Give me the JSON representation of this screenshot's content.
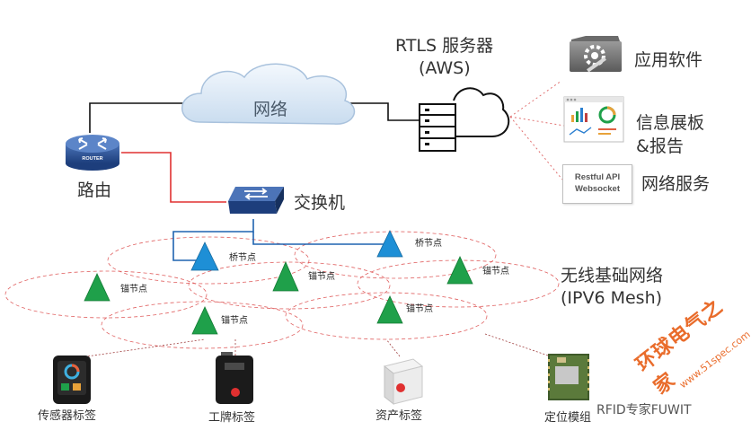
{
  "labels": {
    "server_title_line1": "RTLS 服务器",
    "server_title_line2": "(AWS)",
    "network": "网络",
    "router": "路由",
    "router_badge": "ROUTER",
    "switch": "交换机",
    "app_software": "应用软件",
    "dashboard_line1": "信息展板",
    "dashboard_line2": "&报告",
    "web_service": "网络服务",
    "api_line1": "Restful API",
    "api_line2": "Websocket",
    "wireless_line1": "无线基础网络",
    "wireless_line2": "(IPV6 Mesh)"
  },
  "nodes": [
    {
      "label": "桥节点",
      "type": "bridge"
    },
    {
      "label": "桥节点",
      "type": "bridge"
    },
    {
      "label": "锚节点",
      "type": "anchor"
    },
    {
      "label": "锚节点",
      "type": "anchor"
    },
    {
      "label": "锚节点",
      "type": "anchor"
    },
    {
      "label": "锚节点",
      "type": "anchor"
    },
    {
      "label": "锚节点",
      "type": "anchor"
    }
  ],
  "devices": [
    {
      "label": "传感器标签",
      "icon": "sensor-tag-icon"
    },
    {
      "label": "工牌标签",
      "icon": "badge-tag-icon"
    },
    {
      "label": "资产标签",
      "icon": "asset-tag-icon"
    },
    {
      "label": "定位模组",
      "icon": "positioning-module-icon"
    }
  ],
  "watermark": {
    "chinese": "环球电气之家",
    "url": "www.51spec.com",
    "brand": "RFID专家FUWIT"
  },
  "colors": {
    "bridge": "#1e8fd6",
    "anchor": "#1fa04a",
    "red_link": "#e03030",
    "blue_link": "#1f63b0",
    "mesh_ellipse": "#e06060",
    "cloud": "#dce9f5",
    "watermark": "#e8601a"
  }
}
